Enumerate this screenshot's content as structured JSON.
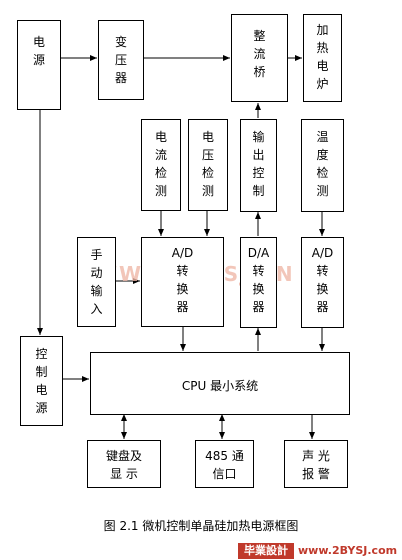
{
  "blocks": {
    "power": "电\n源",
    "transformer": "变\n压\n器",
    "rectifier": "整\n流\n桥",
    "furnace": "加\n热\n电\n炉",
    "current_detect": "电\n流\n检\n测",
    "voltage_detect": "电\n压\n检\n测",
    "output_control": "输\n出\n控\n制",
    "temp_detect": "温\n度\n检\n测",
    "manual_input": "手\n动\n输\n入",
    "ad1": "A/D\n转\n换\n器",
    "da": "D/A\n转\n换\n器",
    "ad2": "A/D\n转\n换\n器",
    "control_power": "控\n制\n电\n源",
    "cpu": "CPU 最小系统",
    "keyboard": "键盘及\n显  示",
    "rs485": "485 通\n信口",
    "alarm": "声    光\n报    警"
  },
  "caption": "图 2.1   微机控制单晶硅加热电源框图",
  "watermark": "WWW.2BYSJ.CN",
  "footer": {
    "logo": "毕業設計",
    "url": "www.2BYSJ.com"
  }
}
